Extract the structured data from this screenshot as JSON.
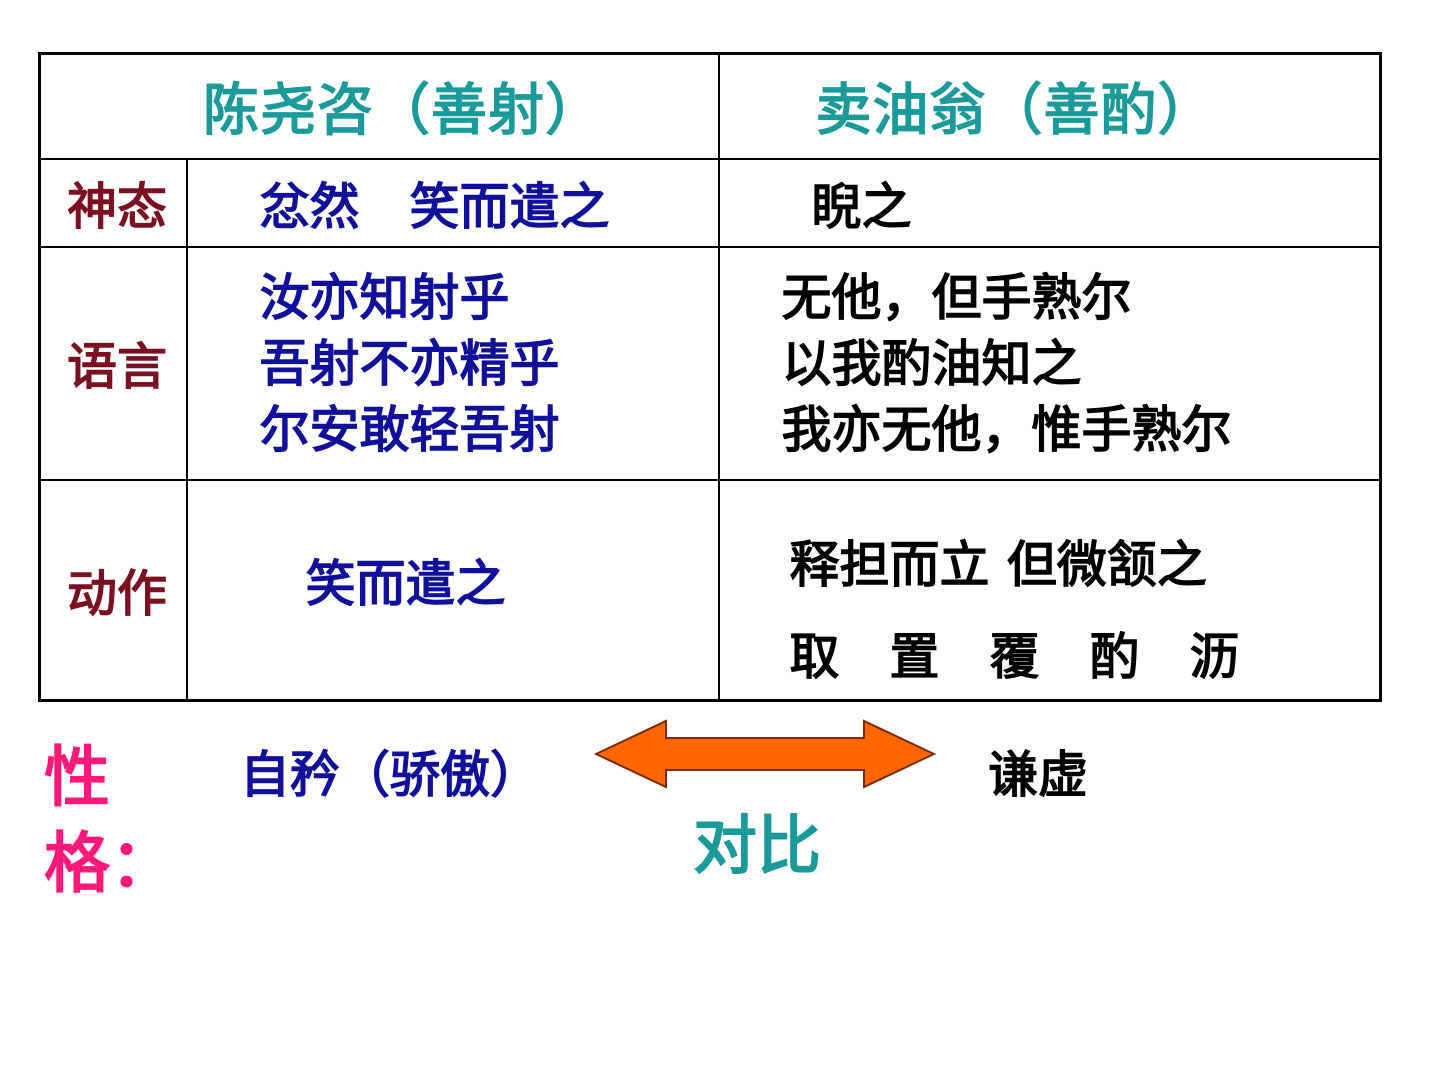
{
  "table": {
    "header_left": "陈尧咨（善射）",
    "header_right": "卖油翁（善酌）",
    "rows": [
      {
        "label": "神态",
        "left": [
          "忿然　笑而遣之"
        ],
        "right": [
          "睨之"
        ]
      },
      {
        "label": "语言",
        "left": [
          "汝亦知射乎",
          "吾射不亦精乎",
          "尔安敢轻吾射"
        ],
        "right": [
          "无他，但手熟尔",
          "以我酌油知之",
          "我亦无他，惟手熟尔"
        ]
      },
      {
        "label": "动作",
        "left": [
          "笑而遣之"
        ],
        "right": [
          "释担而立  但微颔之",
          "取　置　覆　酌　沥"
        ]
      }
    ]
  },
  "traits": {
    "label": "性格：",
    "left": "自矜（骄傲）",
    "right": "谦虚",
    "contrast": "对比"
  },
  "colors": {
    "header": "#1a9a9a",
    "label": "#7a1020",
    "left_text": "#10109a",
    "right_text": "#000000",
    "trait_label": "#ff1a7a",
    "arrow_fill": "#ff6600",
    "arrow_stroke": "#7a2a00"
  },
  "icons": {
    "arrow": "double-headed-arrow-icon"
  }
}
